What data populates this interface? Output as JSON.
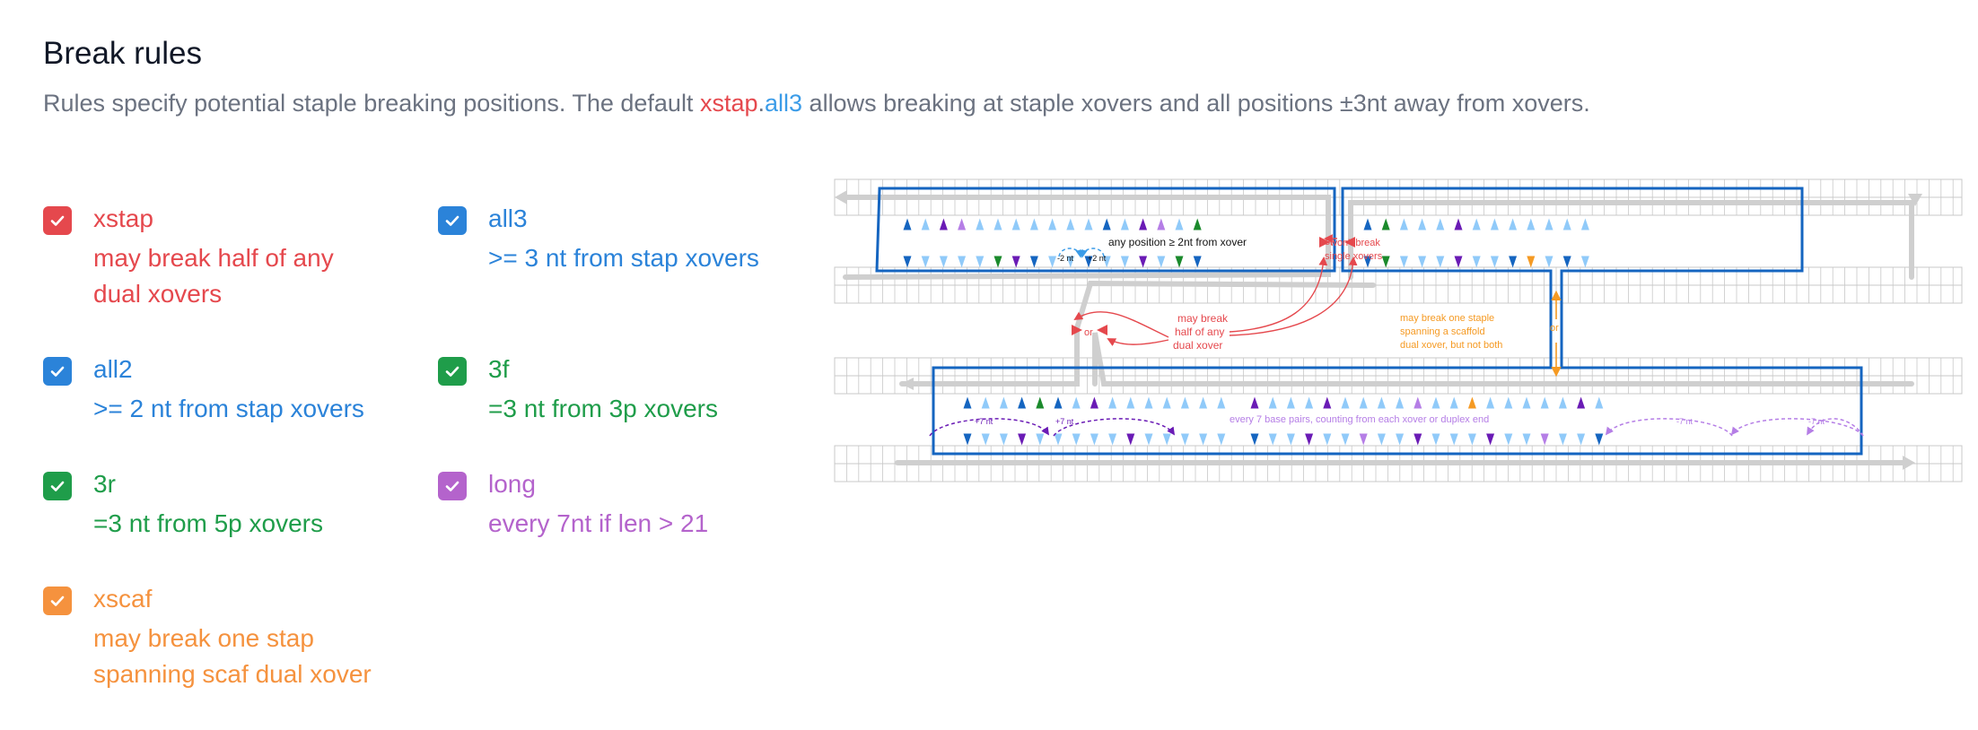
{
  "header": {
    "title": "Break rules",
    "desc_prefix": "Rules specify potential staple breaking positions. The default ",
    "desc_xstap": "xstap",
    "desc_dot": ".",
    "desc_all3": "all3",
    "desc_suffix": " allows breaking at staple xovers and all positions ±3nt away from xovers."
  },
  "rules": [
    {
      "name": "xstap",
      "line1": "may break half of any",
      "line2": "dual xovers",
      "color": "#e5484d",
      "checked": true
    },
    {
      "name": "all3",
      "line1": ">= 3 nt from stap xovers",
      "line2": "",
      "color": "#2b83d9",
      "checked": true
    },
    {
      "name": "all2",
      "line1": ">= 2 nt from stap xovers",
      "line2": "",
      "color": "#2b83d9",
      "checked": true
    },
    {
      "name": "3f",
      "line1": "=3 nt from 3p xovers",
      "line2": "",
      "color": "#1f9d4a",
      "checked": true
    },
    {
      "name": "3r",
      "line1": "=3 nt from 5p xovers",
      "line2": "",
      "color": "#1f9d4a",
      "checked": true
    },
    {
      "name": "long",
      "line1": "every 7nt if len > 21",
      "line2": "",
      "color": "#b463cc",
      "checked": true
    },
    {
      "name": "xscaf",
      "line1": "may break one stap",
      "line2": "spanning scaf dual xover",
      "color": "#f5923e",
      "checked": true
    }
  ],
  "diagram": {
    "label_any_position": "any position ≥ 2nt from xover",
    "label_minus2": "-2 nt",
    "label_plus2": "+2 nt",
    "label_or": "or",
    "label_wont_break_1": "won't break",
    "label_wont_break_2": "single xovers",
    "label_may_break_1": "may break",
    "label_may_break_2": "half of any",
    "label_may_break_3": "dual xover",
    "label_scaf_1": "may break one staple",
    "label_scaf_2": "spanning a scaffold",
    "label_scaf_3": "dual xover, but not both",
    "label_every7": "every 7 base pairs, counting from each xover or duplex end",
    "label_plus7": "+7 nt",
    "label_minus7": "-7 nt",
    "colors": {
      "red": "#e5484d",
      "blue": "#1565c0",
      "lightblue": "#90caf9",
      "darkblue": "#1565c0",
      "green": "#1b8a2c",
      "purple": "#6a1bb5",
      "lavender": "#b57ee6",
      "orange": "#f59a23",
      "grid": "#c8c8c8",
      "strand": "#cfcfcf"
    }
  }
}
